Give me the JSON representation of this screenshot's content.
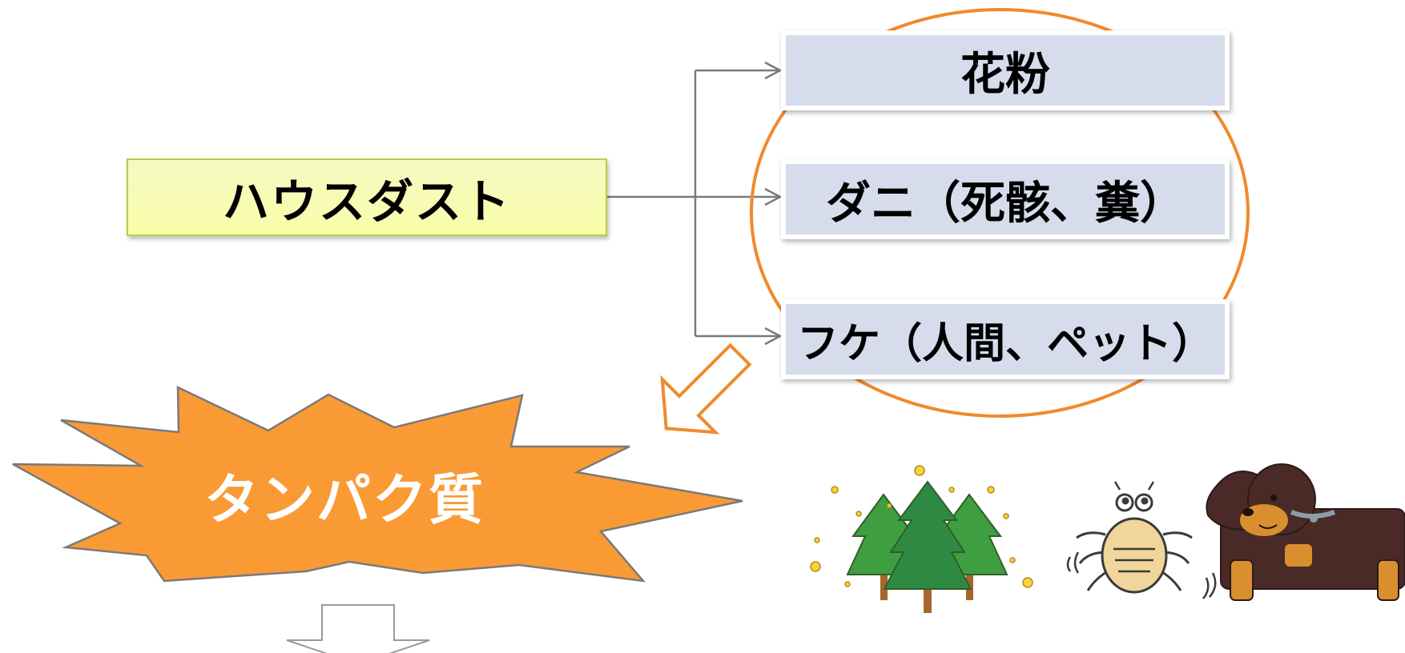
{
  "main": {
    "label": "ハウスダスト"
  },
  "sources": [
    {
      "label": "花粉",
      "icon": "pine-trees-pollen-icon"
    },
    {
      "label": "ダニ（死骸、糞）",
      "icon": "dust-mite-icon"
    },
    {
      "label": "フケ（人間、ペット）",
      "icon": "dog-icon"
    }
  ],
  "result": {
    "label": "タンパク質"
  },
  "colors": {
    "main_fill": "#f9fda8",
    "source_fill": "#d6dcec",
    "highlight_ring": "#f08a2c",
    "burst_fill": "#fa9a35",
    "connector": "#7a7a7a"
  }
}
